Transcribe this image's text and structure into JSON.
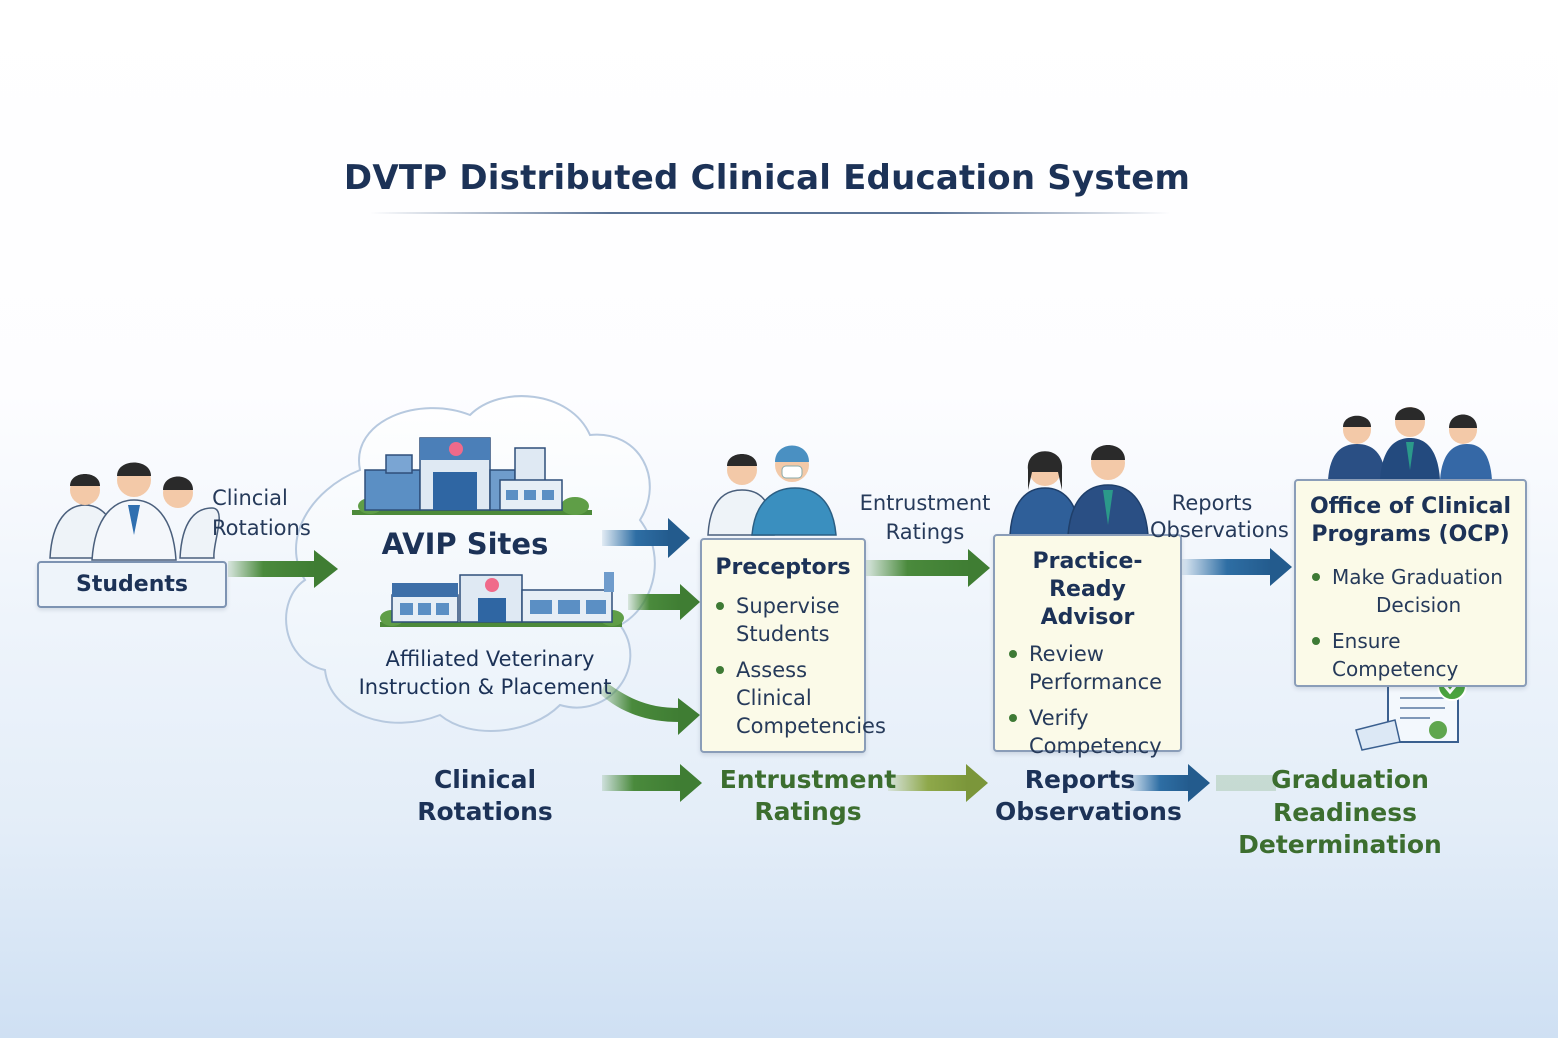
{
  "title": "DVTP Distributed Clinical Education System",
  "students": {
    "label": "Students",
    "edge_label_1": "Clincial",
    "edge_label_2": "Rotations"
  },
  "avip": {
    "title": "AVIP Sites",
    "subtitle_1": "Affiliated Veterinary",
    "subtitle_2": "Instruction & Placement"
  },
  "preceptors": {
    "title": "Preceptors",
    "bullets": [
      [
        "Supervise",
        "Students"
      ],
      [
        "Assess",
        "Clinical",
        "Competencies"
      ]
    ],
    "edge_label_1": "Entrustment",
    "edge_label_2": "Ratings"
  },
  "advisor": {
    "title_1": "Practice-Ready",
    "title_2": "Advisor",
    "bullets": [
      [
        "Review",
        "Performance"
      ],
      [
        "Verify",
        "Competency"
      ]
    ],
    "edge_label_1": "Reports",
    "edge_label_2": "Observations"
  },
  "ocp": {
    "title_1": "Office of Clinical",
    "title_2": "Programs (OCP)",
    "bullets": [
      [
        "Make Graduation",
        "Decision"
      ],
      [
        "Ensure Competency"
      ]
    ]
  },
  "flow": {
    "step1": "Clinical Rotations",
    "step2_1": "Entrustment",
    "step2_2": "Ratings",
    "step3_1": "Reports",
    "step3_2": "Observations",
    "step4_1": "Graduation",
    "step4_2": "Readiness",
    "step4_3": "Determination"
  },
  "colors": {
    "navy": "#1c3257",
    "green": "#4a8a3c",
    "blue": "#2e6ea4",
    "box_fill": "#fbfae8",
    "box_border": "#8a9db8"
  }
}
